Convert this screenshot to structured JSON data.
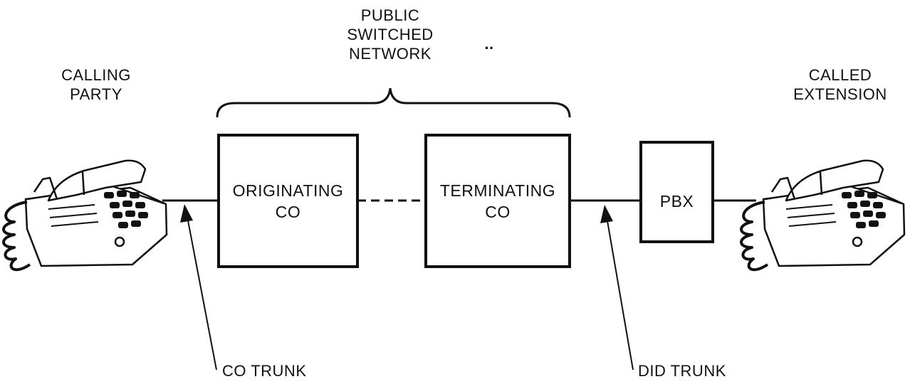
{
  "labels": {
    "public_network": "PUBLIC\nSWITCHED\nNETWORK",
    "calling_party": "CALLING\nPARTY",
    "called_extension": "CALLED\nEXTENSION",
    "co_trunk": "CO TRUNK",
    "did_trunk": "DID TRUNK",
    "stray_mark": ".."
  },
  "boxes": {
    "originating_co": "ORIGINATING\nCO",
    "terminating_co": "TERMINATING\nCO",
    "pbx": "PBX"
  },
  "icons": {
    "calling_phone": "desk-telephone-icon",
    "called_phone": "desk-telephone-icon"
  }
}
